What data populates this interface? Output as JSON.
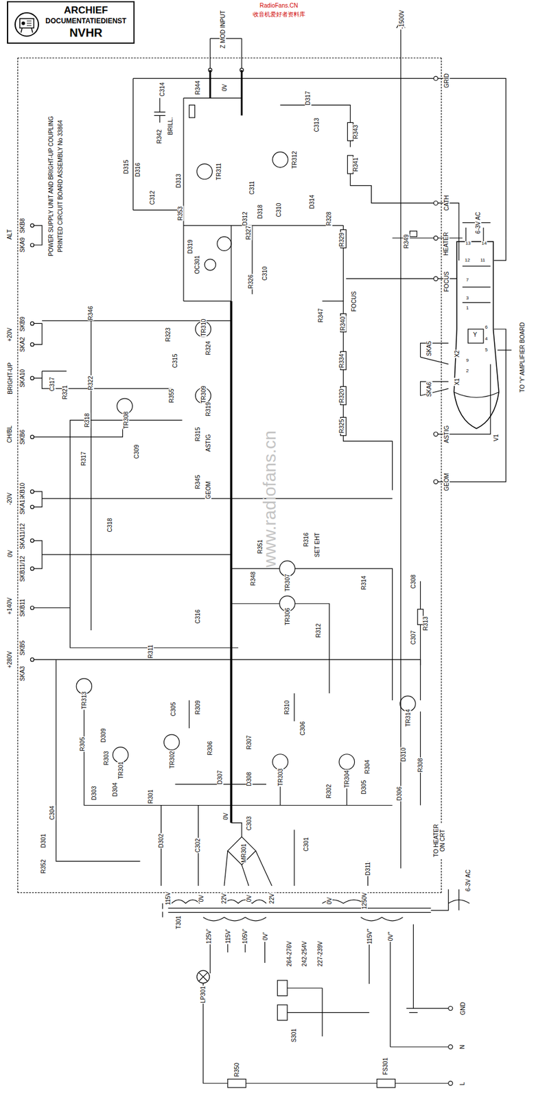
{
  "diagram": {
    "nodes": [
      {
        "text": [
          "ARCHIEF",
          "DOCUMENTATIEDIENST",
          "NVHR"
        ]
      },
      {
        "text": [
          "POWER SUPPLY UNIT AND BRIGHT-UP COUPLING",
          "PRINTED CIRCUIT BOARD ASSEMBLY No 33864"
        ]
      }
    ],
    "labels": [
      "RadioFans.CN",
      "收音机爱好者资料库",
      "Z MOD INPUT",
      "-1500V",
      "GRID",
      "CATH",
      "HEATER",
      "FOCUS",
      "ASTIG",
      "GEOM",
      "6-3V AC",
      "13",
      "14",
      "12",
      "11",
      "7",
      "3",
      "1",
      "6",
      "4",
      "5",
      "9",
      "2",
      "SKA5",
      "X2",
      "SKA6",
      "X1",
      "Y",
      "V1",
      "TO 'Y' AMPLIFIER BOARD",
      "ALT",
      "SKB8",
      "SKA9",
      "+20V",
      "SKB9",
      "SKA2",
      "BRIGHT-UP",
      "SKA10",
      "CH/BL",
      "SKB6",
      "-20V",
      "SKB10",
      "SKA1",
      "0V",
      "SKA11/12",
      "SKB11/12",
      "+140V",
      "SKB11",
      "+280V",
      "SKB5",
      "SKA3",
      "R342",
      "BRILL.",
      "C314",
      "R344",
      "0V",
      "D317",
      "C313",
      "R343",
      "R341",
      "D315",
      "D316",
      "C312",
      "D313",
      "TR311",
      "R353",
      "C311",
      "TR312",
      "D314",
      "D312",
      "D318",
      "C310",
      "R328",
      "R327",
      "D319",
      "OC301",
      "R326",
      "C310",
      "R329",
      "R349",
      "R346",
      "R323",
      "TR310",
      "R324",
      "C315",
      "R322",
      "C317",
      "R321",
      "R355",
      "TR309",
      "R319",
      "TR308",
      "R318",
      "R317",
      "C309",
      "R347",
      "R340",
      "FOCUS",
      "R334",
      "R320",
      "R325",
      "R315",
      "ASTIG",
      "R345",
      "GEOM",
      "C318",
      "R351",
      "R316",
      "SET EHT",
      "R348",
      "TR307",
      "R314",
      "C308",
      "R313",
      "C307",
      "TR306",
      "R312",
      "C316",
      "R311",
      "TR313",
      "R305",
      "D309",
      "R303",
      "TR301",
      "C305",
      "R309",
      "TR302",
      "R306",
      "D307",
      "R307",
      "R310",
      "C306",
      "D308",
      "TR303",
      "TR314",
      "D310",
      "R308",
      "R304",
      "TR304",
      "R302",
      "D305",
      "D306",
      "D303",
      "D304",
      "R301",
      "C304",
      "D301",
      "R352",
      "D302",
      "C302",
      "0V",
      "C303",
      "MR301",
      "C301",
      "D311",
      "115V",
      "0V",
      "22V",
      "0V",
      "22V",
      "0V",
      "1250V",
      "T301",
      "125V'",
      "115V'",
      "105V'",
      "0V'",
      "264-276V",
      "242-254V",
      "227-239V",
      "115V''",
      "0V''",
      "LP301",
      "S301",
      "R350",
      "FS301",
      "GND",
      "N",
      "L",
      "6-3V AC",
      "TO HEATER ON CRT",
      "www.radiofans.cn"
    ]
  }
}
